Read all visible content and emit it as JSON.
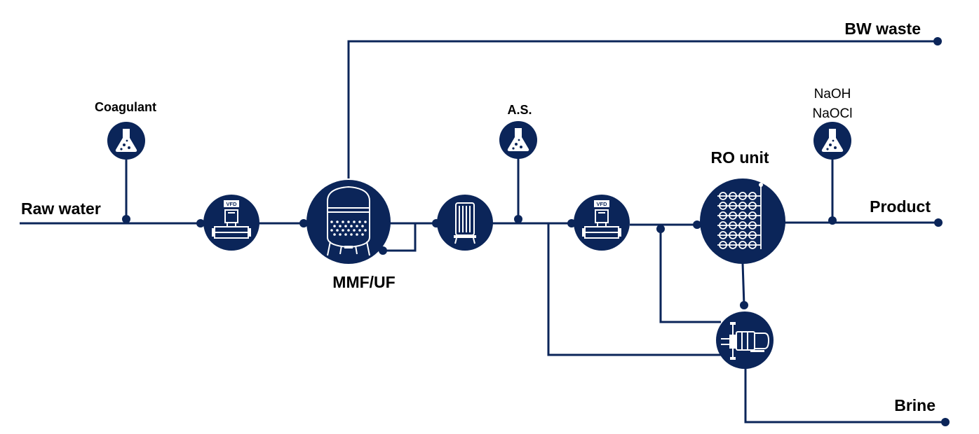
{
  "labels": {
    "raw_water": "Raw water",
    "coagulant": "Coagulant",
    "mmf_uf": "MMF/UF",
    "as": "A.S.",
    "ro_unit": "RO unit",
    "naoh": "NaOH",
    "naocl": "NaOCl",
    "product": "Product",
    "bw_waste": "BW waste",
    "brine": "Brine",
    "vfd_1": "VFD",
    "vfd_2": "VFD"
  },
  "colors": {
    "equipment": "#0b2559",
    "pipe": "#0b2559",
    "icon": "#ffffff"
  },
  "icons": [
    "flask-icon",
    "pump-icon",
    "tank-icon",
    "cartridge-filter-icon",
    "ro-membrane-icon",
    "high-pressure-pump-icon"
  ]
}
